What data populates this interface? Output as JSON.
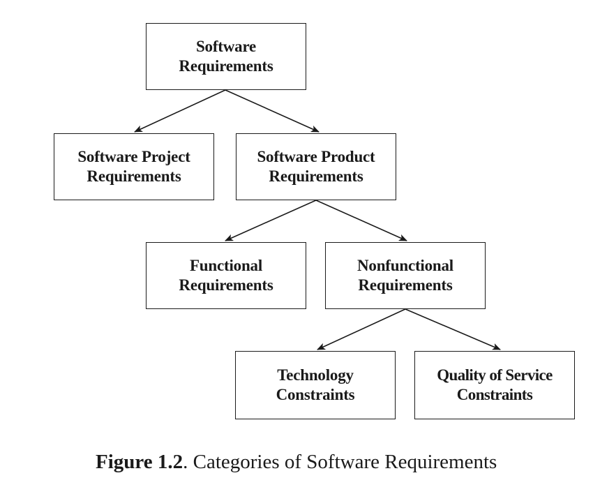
{
  "diagram": {
    "nodes": {
      "root": {
        "lines": [
          "Software",
          "Requirements"
        ]
      },
      "project": {
        "lines": [
          "Software Project",
          "Requirements"
        ]
      },
      "product": {
        "lines": [
          "Software Product",
          "Requirements"
        ]
      },
      "functional": {
        "lines": [
          "Functional",
          "Requirements"
        ]
      },
      "nonfunctional": {
        "lines": [
          "Nonfunctional",
          "Requirements"
        ]
      },
      "technology": {
        "lines": [
          "Technology",
          "Constraints"
        ]
      },
      "qos": {
        "lines": [
          "Quality of Service",
          "Constraints"
        ]
      }
    },
    "edges": [
      [
        "root",
        "project"
      ],
      [
        "root",
        "product"
      ],
      [
        "product",
        "functional"
      ],
      [
        "product",
        "nonfunctional"
      ],
      [
        "nonfunctional",
        "technology"
      ],
      [
        "nonfunctional",
        "qos"
      ]
    ]
  },
  "caption": {
    "label": "Figure 1.2",
    "text": ". Categories of Software Requirements"
  }
}
